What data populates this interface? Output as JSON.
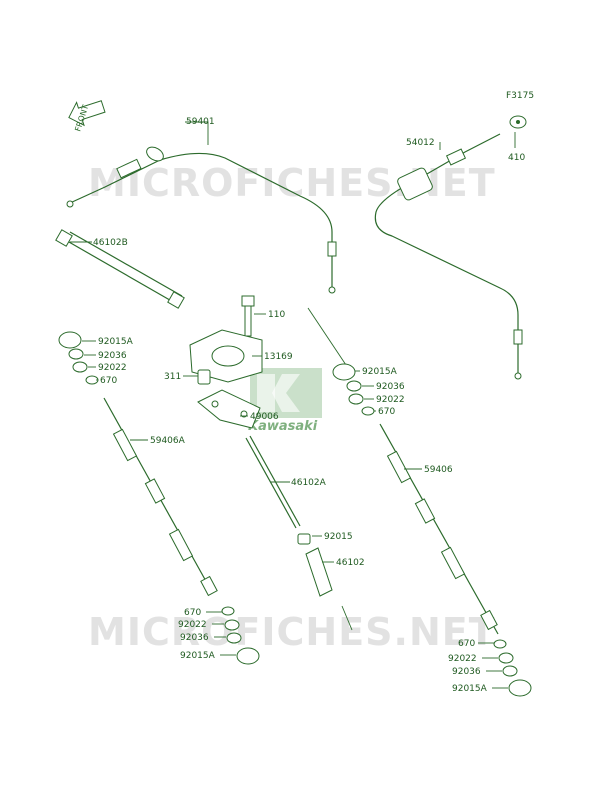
{
  "figure_code": "F3175",
  "front_label": "FRONT",
  "watermark": "MICROFICHES.NET",
  "logo_text": "Kawasaki",
  "parts": {
    "p59401": "59401",
    "p54012": "54012",
    "p410": "410",
    "p46102B": "46102B",
    "p110": "110",
    "p13169": "13169",
    "p311": "311",
    "p49006": "49006",
    "p46102A": "46102A",
    "p92015": "92015",
    "p46102": "46102",
    "p59406A": "59406A",
    "p59406": "59406",
    "l_92015A_a": "92015A",
    "l_92036_a": "92036",
    "l_92022_a": "92022",
    "l_670_a": "670",
    "l_92015A_b": "92015A",
    "l_92036_b": "92036",
    "l_92022_b": "92022",
    "l_670_b": "670",
    "l_670_c": "670",
    "l_92022_c": "92022",
    "l_92036_c": "92036",
    "l_92015A_c": "92015A",
    "l_670_d": "670",
    "l_92022_d": "92022",
    "l_92036_d": "92036",
    "l_92015A_d": "92015A"
  },
  "colors": {
    "line": "#2c6b2c",
    "label": "#1f5a20",
    "watermark": "#e2e2e2",
    "logo": "#7fb07f"
  }
}
